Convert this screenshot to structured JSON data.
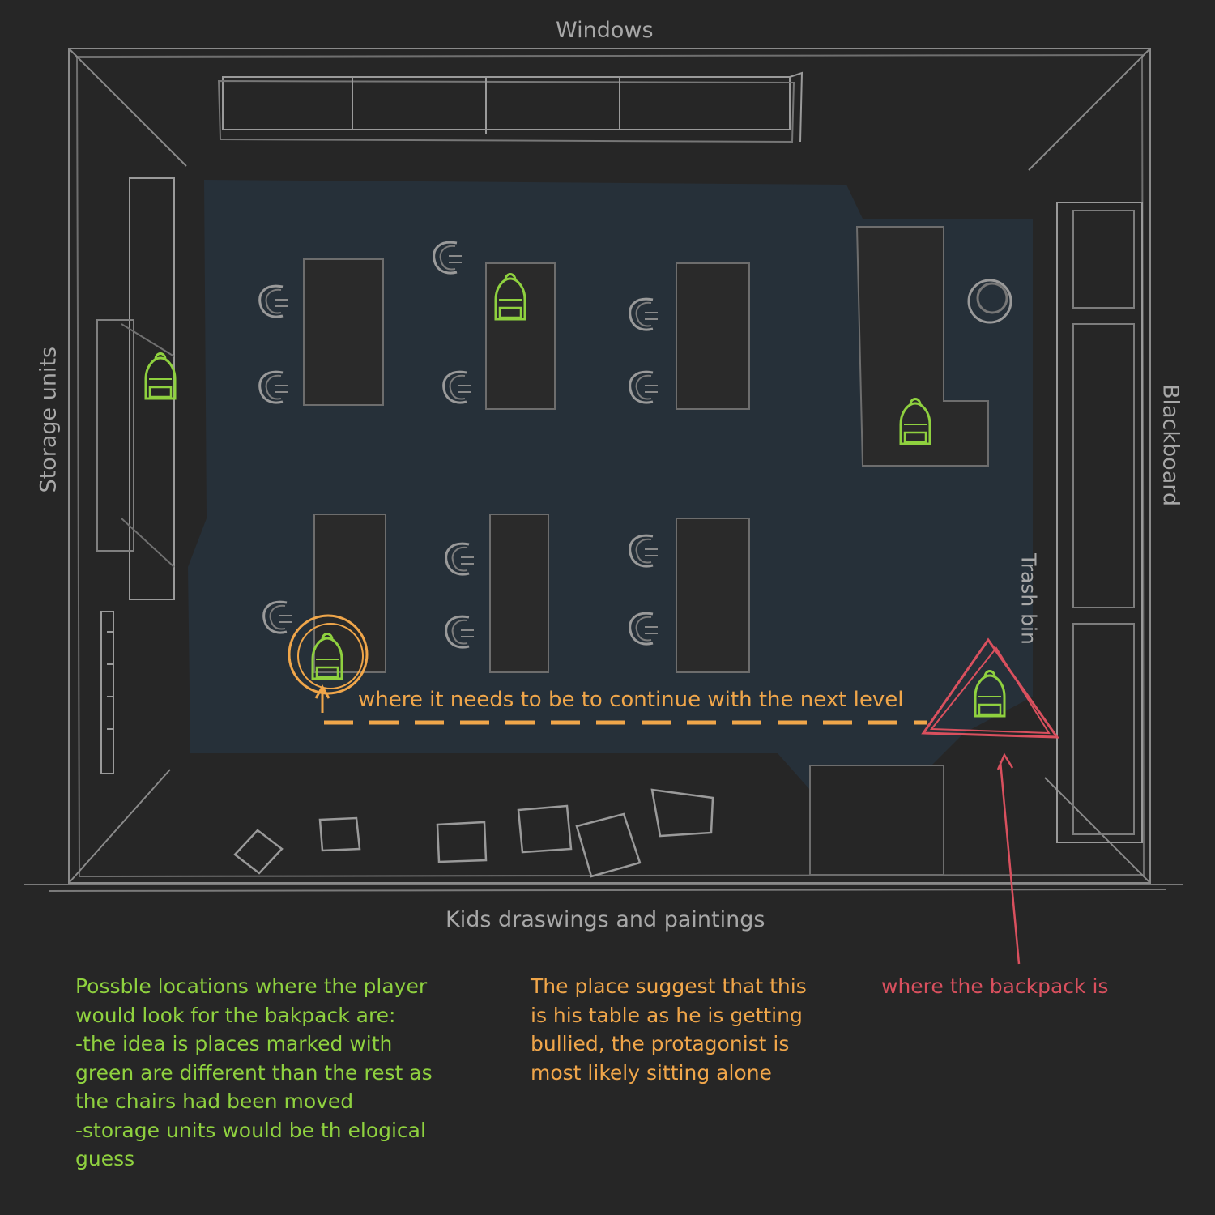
{
  "labels": {
    "windows": "Windows",
    "storage_units": "Storage units",
    "blackboard": "Blackboard",
    "trash_bin": "Trash bin",
    "kids_drawings": "Kids draswings and paintings",
    "path_note": "where it needs to be to continue with the next level"
  },
  "notes": {
    "green": [
      "Possble locations where the player",
      "would look for the bakpack are:",
      "-the idea is places marked with",
      "green are different than the rest as",
      "the chairs had been moved",
      "-storage units would be th elogical",
      "guess"
    ],
    "orange": [
      "The place suggest that this",
      "is his table as he is getting",
      "bullied, the protagonist is",
      "most likely sitting alone"
    ],
    "red": [
      "where the backpack is"
    ]
  },
  "colors": {
    "background": "#262626",
    "floor": "#263039",
    "sketch_lines": "#9a9a9a",
    "green_markers": "#8fd13f",
    "orange_markers": "#f0a64a",
    "red_markers": "#d9505e"
  },
  "icons": {
    "candidate_marker": "backpack-icon",
    "target_marker": "warning-triangle-icon"
  }
}
